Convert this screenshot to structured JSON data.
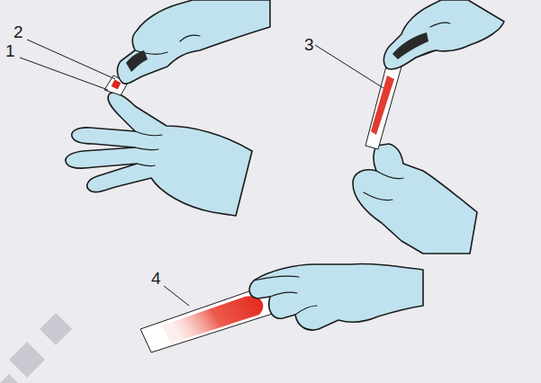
{
  "diagram": {
    "labels": [
      "2",
      "1",
      "3",
      "4"
    ]
  }
}
